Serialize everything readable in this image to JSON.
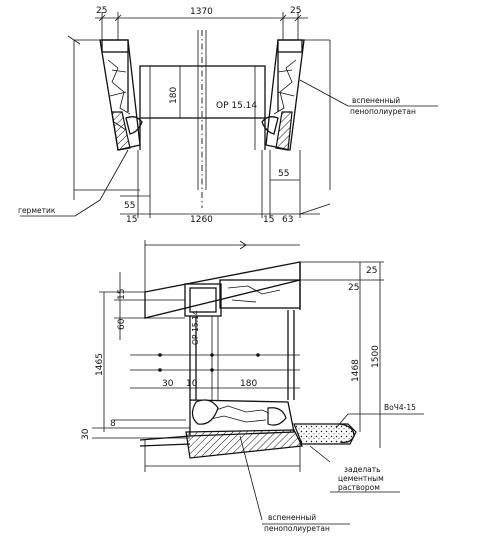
{
  "top_section": {
    "dim_left_top": "25",
    "dim_overall": "1370",
    "dim_right_top": "25",
    "dim_height": "180",
    "frame_mark": "ОР 15.14",
    "label_foam": [
      "вспененный",
      "пенополиуретан"
    ],
    "dim_right_inner": "55",
    "dim_left_inner": "55",
    "dim_bottom_left": "15",
    "dim_bottom_mid": "1260",
    "dim_bottom_r1": "15",
    "dim_bottom_r2": "63",
    "label_sealant": "герметик"
  },
  "bottom_section": {
    "dim_top_right": "25",
    "dim_top_right2": "25",
    "dim_left_15": "15",
    "dim_left_60": "60",
    "mark_vertical": "ОР-15.14",
    "dim_1465": "1465",
    "dim_1468": "1468",
    "dim_1500": "1500",
    "dim_30": "30",
    "dim_10": "10",
    "dim_180": "180",
    "dim_8": "8",
    "dim_bot_30": "30",
    "mark_sill": "ВоЧ4-15",
    "label_mortar": [
      "заделать",
      "цементным",
      "раствором"
    ],
    "label_foam": [
      "вспененный",
      "пенополиуретан"
    ]
  }
}
